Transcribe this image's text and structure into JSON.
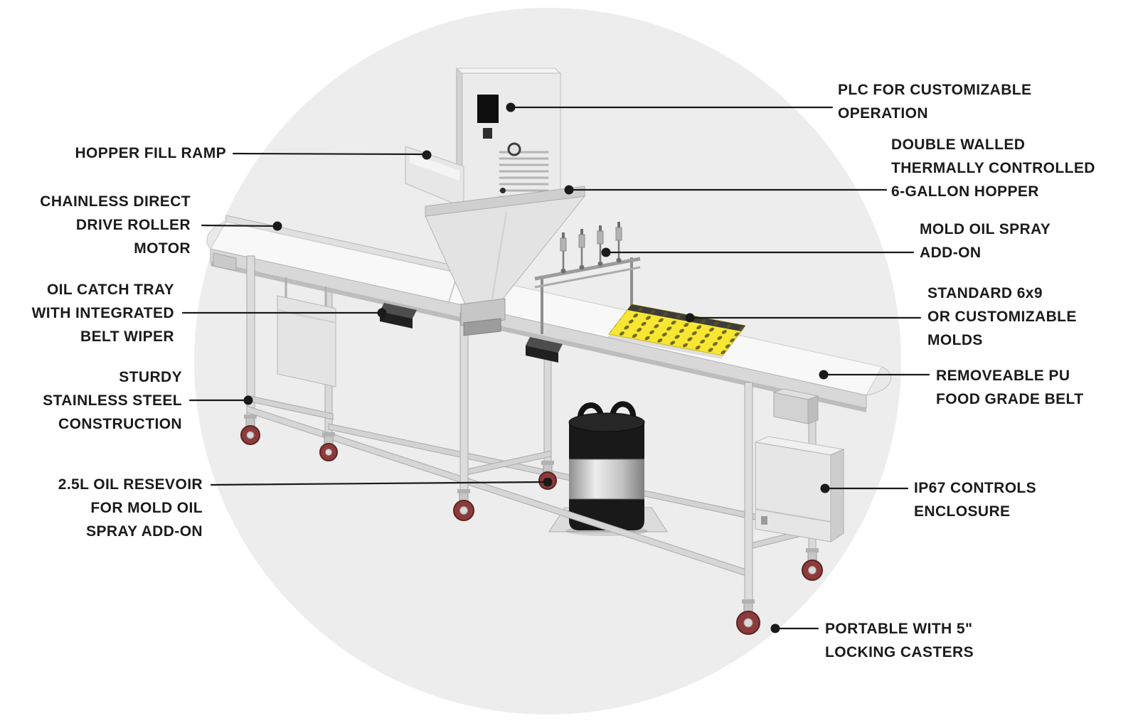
{
  "colors": {
    "background": "#ffffff",
    "backdrop_circle": "#ededed",
    "callout_line": "#1a1a1a",
    "label_text": "#1b1b1b",
    "belt": "#f8f8f8",
    "steel": "#d9d9d9",
    "mold_yellow": "#f7e733",
    "caster_wheel": "#8e3a3a",
    "keg_black": "#191919"
  },
  "callouts_left": [
    {
      "label": "HOPPER FILL RAMP"
    },
    {
      "label": "CHAINLESS DIRECT\nDRIVE ROLLER\nMOTOR"
    },
    {
      "label": "OIL CATCH TRAY\nWITH INTEGRATED\nBELT WIPER"
    },
    {
      "label": "STURDY\nSTAINLESS STEEL\nCONSTRUCTION"
    },
    {
      "label": "2.5L OIL RESEVOIR\nFOR MOLD OIL\nSPRAY ADD-ON"
    }
  ],
  "callouts_right": [
    {
      "label": "PLC FOR CUSTOMIZABLE\nOPERATION"
    },
    {
      "label": "DOUBLE WALLED\nTHERMALLY CONTROLLED\n6-GALLON HOPPER"
    },
    {
      "label": "MOLD OIL SPRAY\nADD-ON"
    },
    {
      "label": "STANDARD 6x9\nOR CUSTOMIZABLE\nMOLDS"
    },
    {
      "label": "REMOVEABLE PU\nFOOD GRADE BELT"
    },
    {
      "label": "IP67 CONTROLS\nENCLOSURE"
    },
    {
      "label": "PORTABLE WITH 5\"\nLOCKING CASTERS"
    }
  ]
}
